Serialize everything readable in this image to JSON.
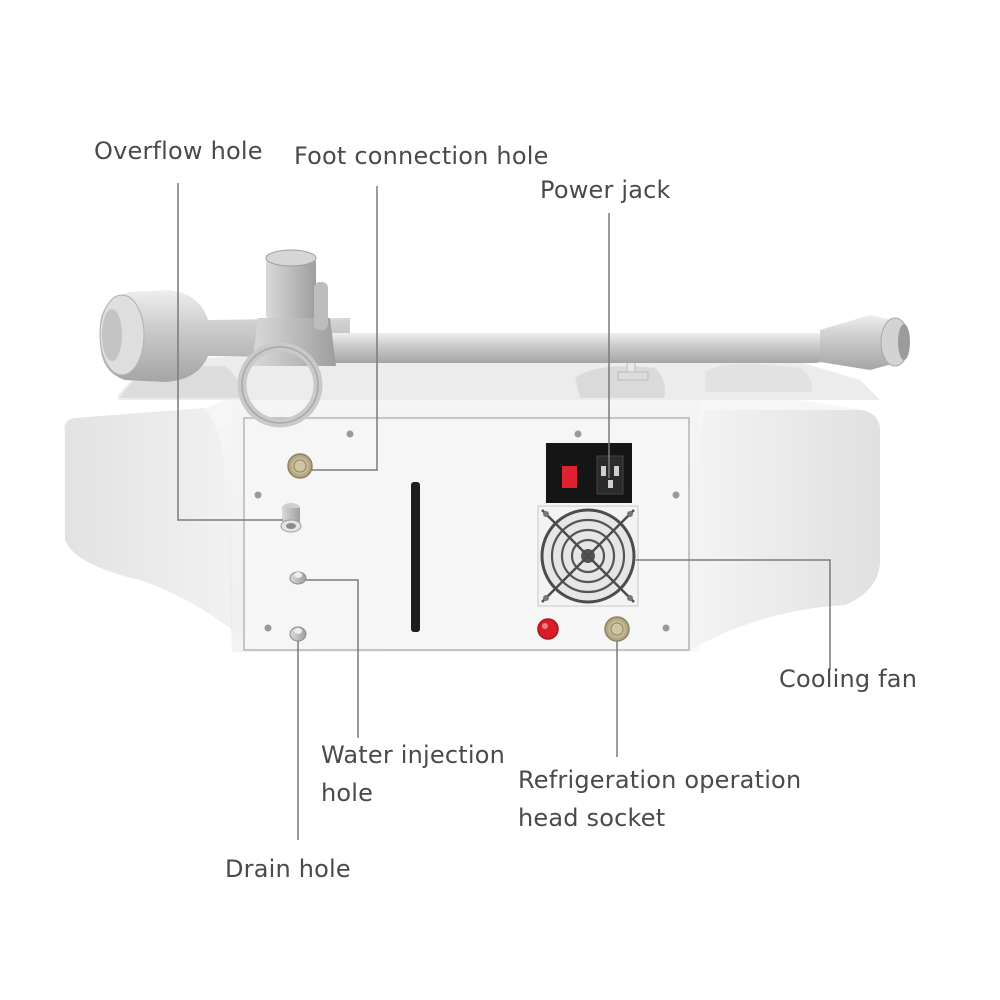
{
  "labels": {
    "overflow_hole": "Overflow hole",
    "foot_connection_hole": "Foot connection hole",
    "power_jack": "Power jack",
    "cooling_fan": "Cooling fan",
    "water_injection_hole": [
      "Water injection",
      "hole"
    ],
    "refrigeration_socket": [
      "Refrigeration operation",
      "head socket"
    ],
    "drain_hole": "Drain hole"
  },
  "colors": {
    "label_text": "#4a4a4a",
    "leader_line": "#7a7a7a",
    "body": "#f2f2f2",
    "panel": "#f6f6f6",
    "power_module": "#151515",
    "switch_red": "#e0212f",
    "button_red": "#d81d29"
  }
}
